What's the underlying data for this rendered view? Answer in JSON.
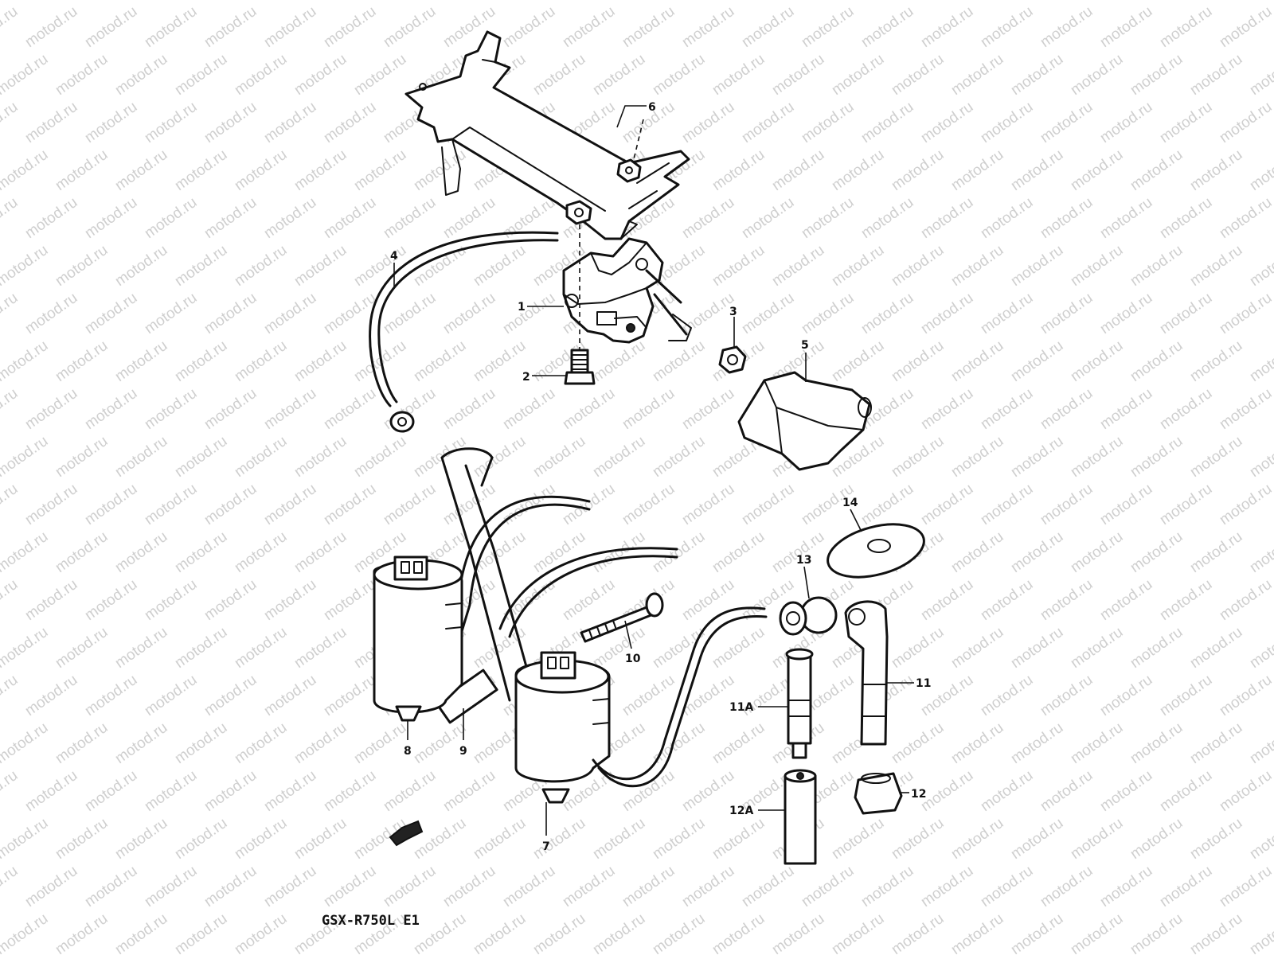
{
  "watermark": {
    "text": "motod.ru"
  },
  "caption": "GSX-R750L  E1",
  "parts": [
    {
      "id": "p1",
      "label": "1"
    },
    {
      "id": "p2",
      "label": "2"
    },
    {
      "id": "p3",
      "label": "3"
    },
    {
      "id": "p4",
      "label": "4"
    },
    {
      "id": "p5",
      "label": "5"
    },
    {
      "id": "p6",
      "label": "6"
    },
    {
      "id": "p7",
      "label": "7"
    },
    {
      "id": "p8",
      "label": "8"
    },
    {
      "id": "p9",
      "label": "9"
    },
    {
      "id": "p10",
      "label": "10"
    },
    {
      "id": "p11",
      "label": "11"
    },
    {
      "id": "p11a",
      "label": "11A"
    },
    {
      "id": "p12",
      "label": "12"
    },
    {
      "id": "p12a",
      "label": "12A"
    },
    {
      "id": "p13",
      "label": "13"
    },
    {
      "id": "p14",
      "label": "14"
    }
  ],
  "colors": {
    "line": "#111111",
    "watermark": "#cfcfcf",
    "background": "#ffffff"
  }
}
